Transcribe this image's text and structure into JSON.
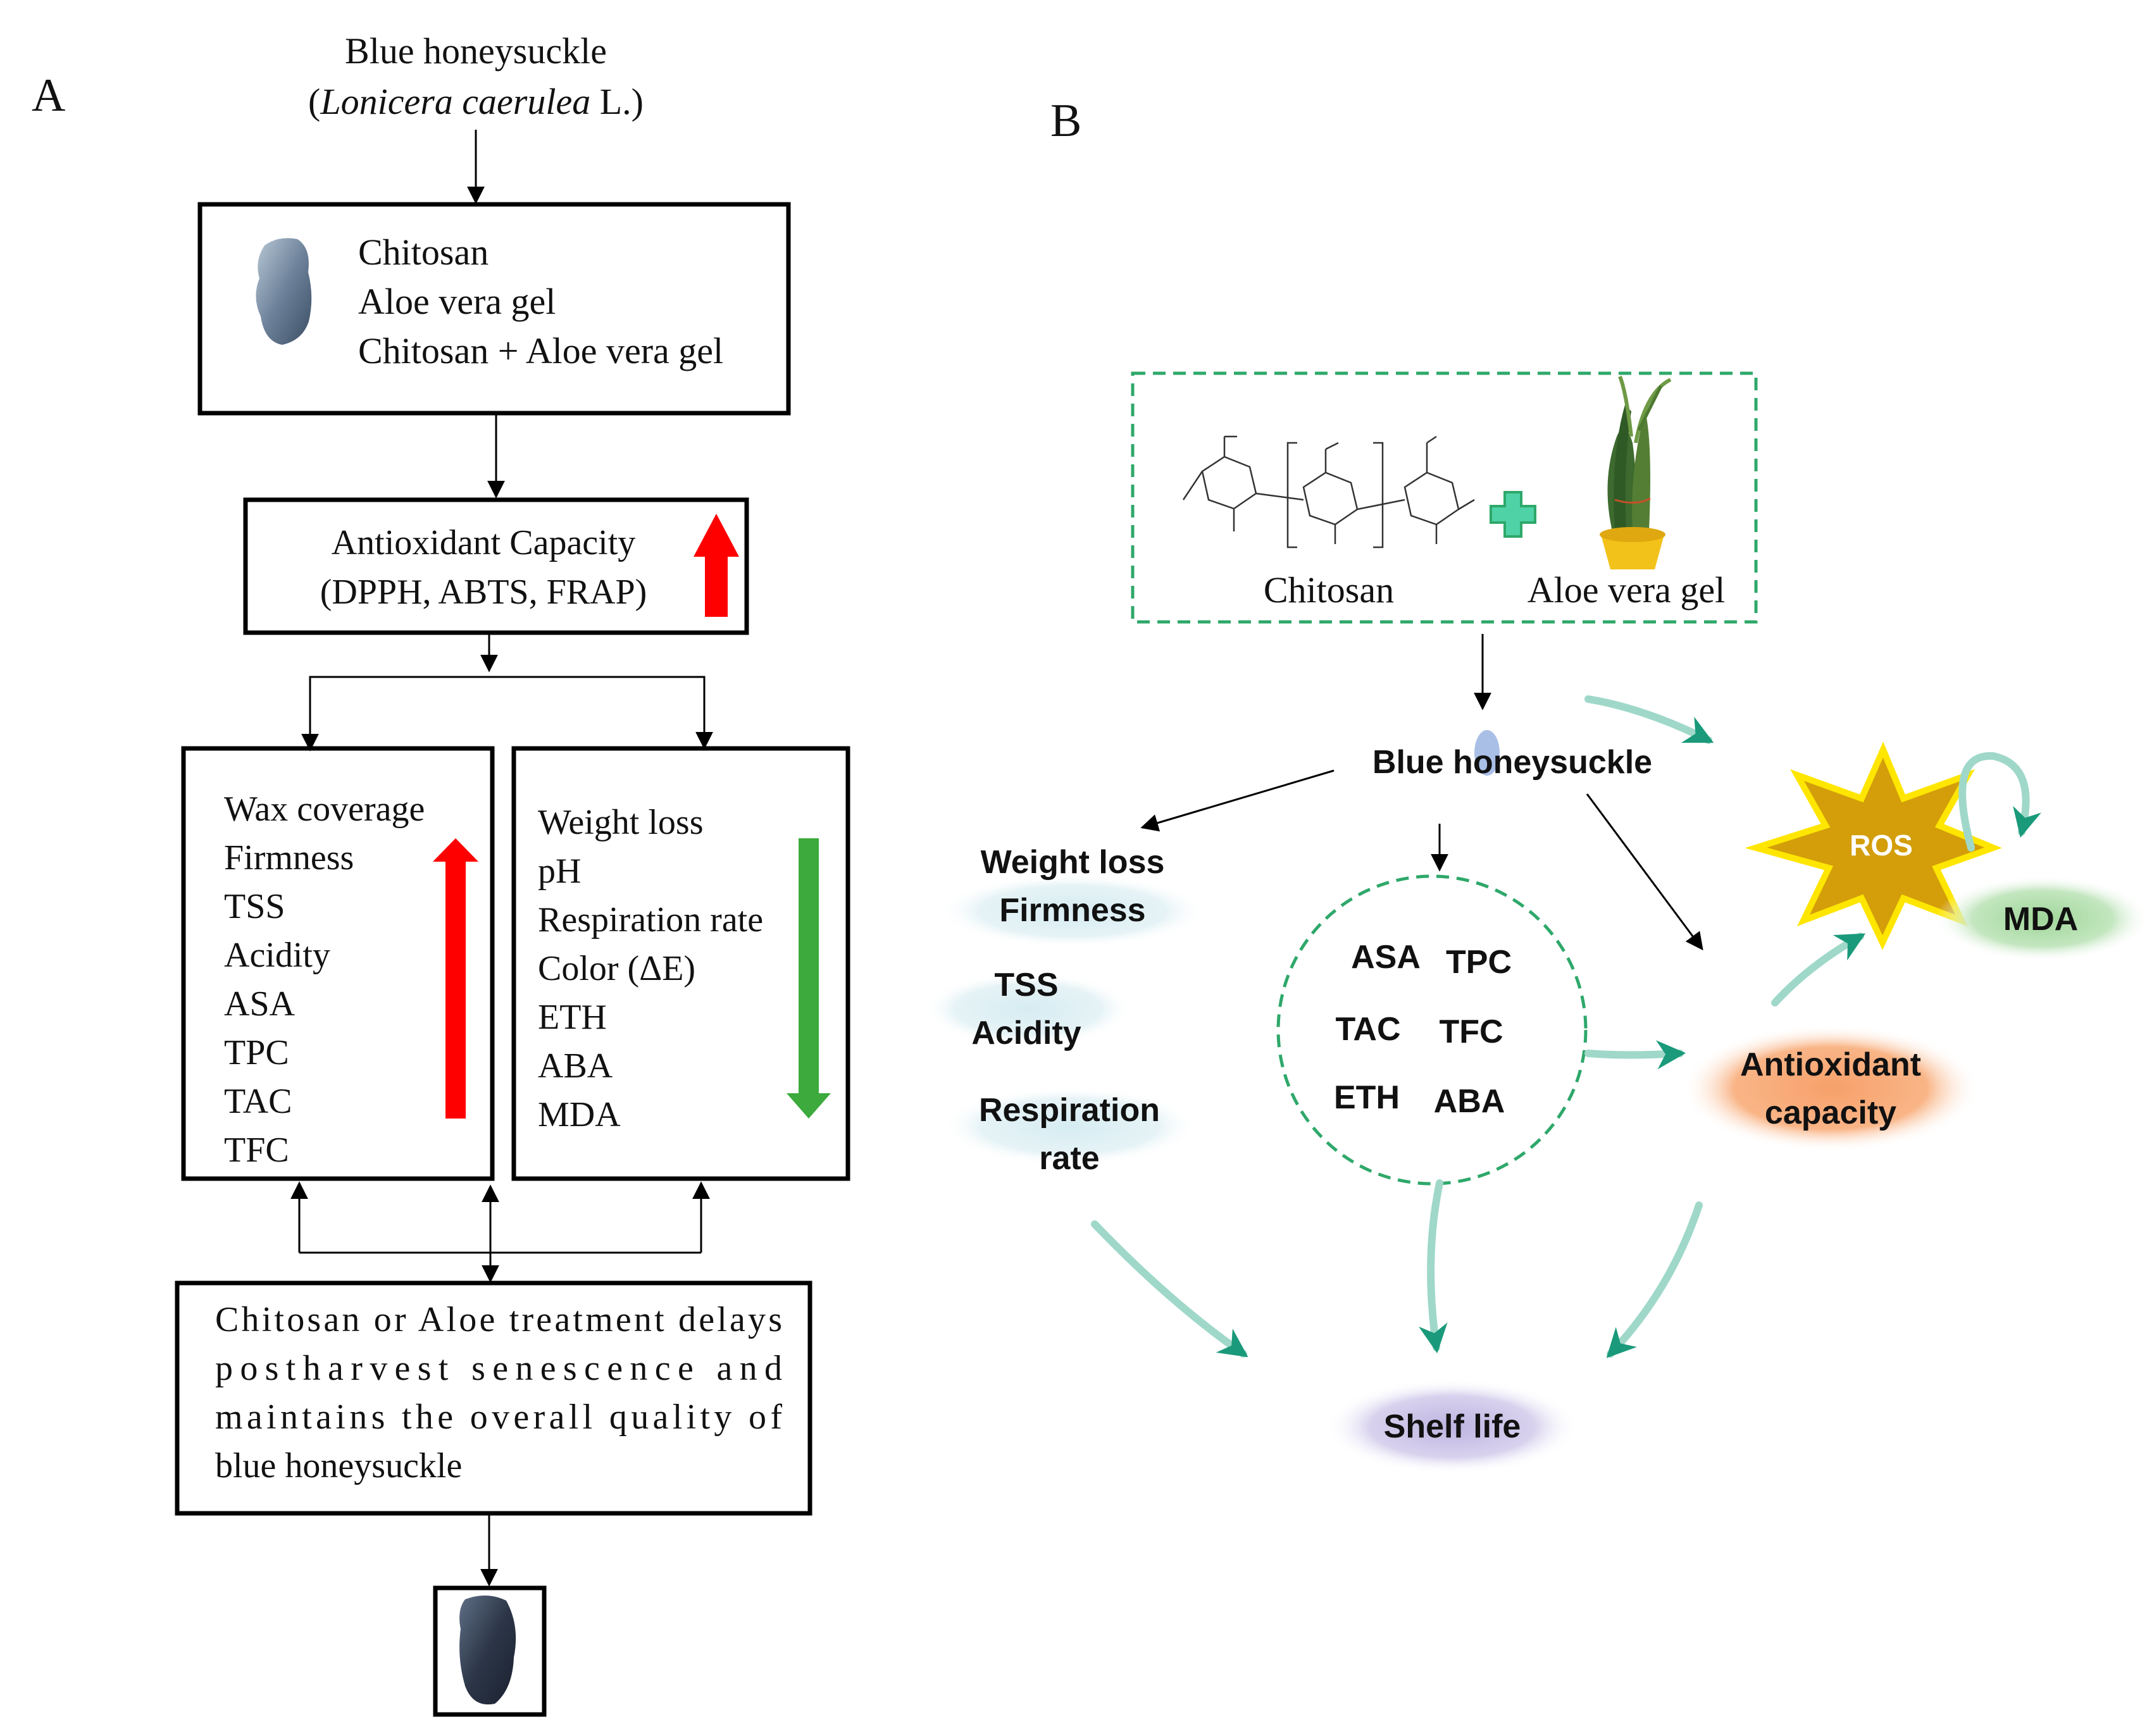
{
  "panel_a": {
    "label": "A",
    "source": {
      "line1": "Blue honeysuckle",
      "latin": "Lonicera caerulea",
      "suffix": "L.)",
      "prefix": "("
    },
    "treatments": [
      "Chitosan",
      "Aloe vera gel",
      "Chitosan + Aloe vera gel"
    ],
    "antioxidant": {
      "line1": "Antioxidant Capacity",
      "line2": "(DPPH, ABTS, FRAP)"
    },
    "increased": [
      "Wax coverage",
      "Firmness",
      "TSS",
      "Acidity",
      "ASA",
      "TPC",
      "TAC",
      "TFC"
    ],
    "decreased": [
      "Weight loss",
      "pH",
      "Respiration rate",
      "Color (ΔE)",
      "ETH",
      "ABA",
      "MDA"
    ],
    "conclusion": [
      "Chitosan or Aloe treatment delays",
      "postharvest senescence and",
      "maintains the overall quality of",
      "blue honeysuckle"
    ],
    "colors": {
      "up_arrow": "#ff0000",
      "down_arrow": "#3caa3c"
    }
  },
  "panel_b": {
    "label": "B",
    "chitosan_label": "Chitosan",
    "aloe_label": "Aloe vera gel",
    "center_label": "Blue honeysuckle",
    "left_labels": [
      "Weight loss",
      "Firmness",
      "TSS",
      "Acidity",
      "Respiration",
      "rate"
    ],
    "circle_labels": [
      "ASA",
      "TPC",
      "TAC",
      "TFC",
      "ETH",
      "ABA"
    ],
    "ros": "ROS",
    "mda": "MDA",
    "antioxidant": [
      "Antioxidant",
      "capacity"
    ],
    "shelf_life": "Shelf life",
    "colors": {
      "dash_green": "#2ea86a",
      "ros_fill": "#d4a00a",
      "ros_stroke": "#ffe600",
      "orange": "#f59a5a",
      "purple": "#c9c2e6",
      "teal": "#1a9a7a"
    }
  }
}
